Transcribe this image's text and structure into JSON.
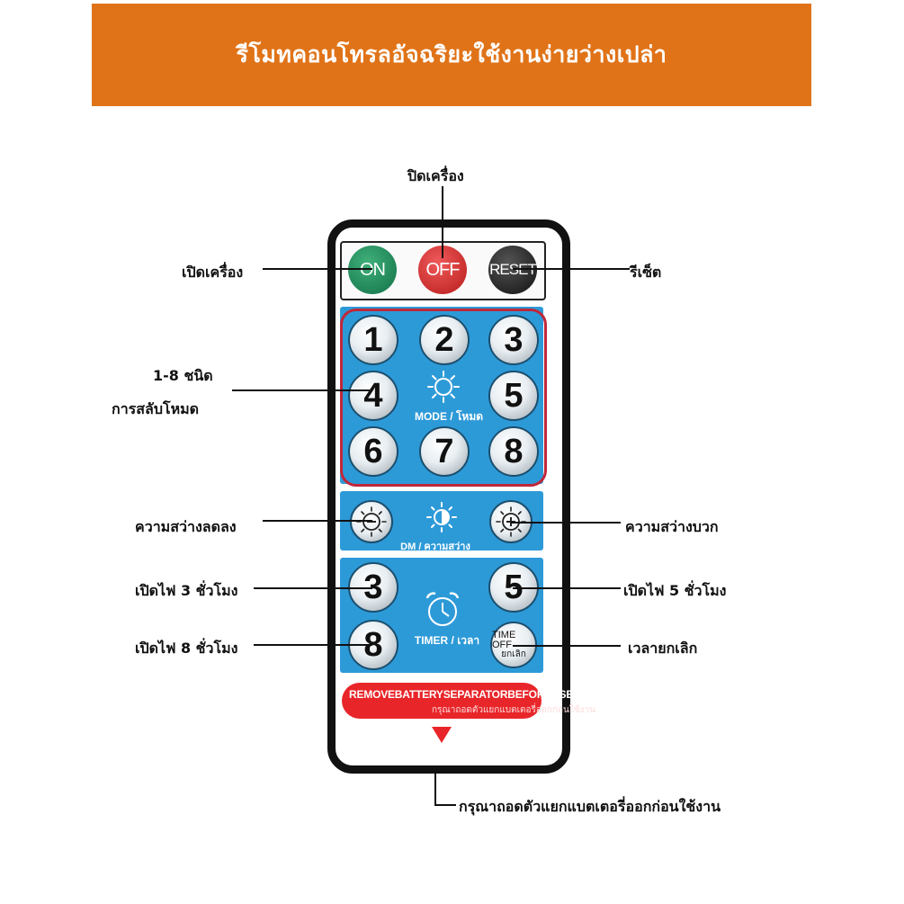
{
  "title": "รีโมทคอนโทรลอัจฉริยะใช้งานง่ายว่างเปล่า",
  "colors": {
    "banner": "#e07318",
    "panel": "#2d9ad8",
    "on": "#1a8a55",
    "off": "#d42b2b",
    "reset": "#222222",
    "warning": "#e8262a"
  },
  "power_buttons": {
    "on": "ON",
    "off": "OFF",
    "reset": "RESET"
  },
  "mode": {
    "buttons": [
      "1",
      "2",
      "3",
      "4",
      "5",
      "6",
      "7",
      "8"
    ],
    "label": "MODE / โหมด",
    "icon": "sun-icon"
  },
  "dm": {
    "label": "DM / ความสว่าง",
    "minus_icon": "brightness-minus-icon",
    "plus_icon": "brightness-plus-icon",
    "center_icon": "half-sun-icon"
  },
  "timer": {
    "buttons": [
      "3",
      "5",
      "8"
    ],
    "off_line1": "TIME OFF",
    "off_line2": "ยกเลิก",
    "label": "TIMER / เวลา",
    "icon": "alarm-clock-icon"
  },
  "warning": {
    "english": "REMOVEBATTERYSEPARATORBEFOREUSE",
    "thai": "กรุณาถอดตัวแยกแบตเตอรี่ออกก่อนใช้งาน"
  },
  "callouts": {
    "off": "ปิดเครื่อง",
    "on": "เปิดเครื่อง",
    "reset": "รีเซ็ต",
    "mode_line1": "1-8 ชนิด",
    "mode_line2": "การสลับโหมด",
    "dim_down": "ความสว่างลดลง",
    "dim_up": "ความสว่างบวก",
    "timer3": "เปิดไฟ 3 ชั่วโมง",
    "timer5": "เปิดไฟ 5 ชั่วโมง",
    "timer8": "เปิดไฟ 8 ชั่วโมง",
    "time_off": "เวลายกเลิก",
    "battery": "กรุณาถอดตัวแยกแบตเตอรี่ออกก่อนใช้งาน"
  }
}
